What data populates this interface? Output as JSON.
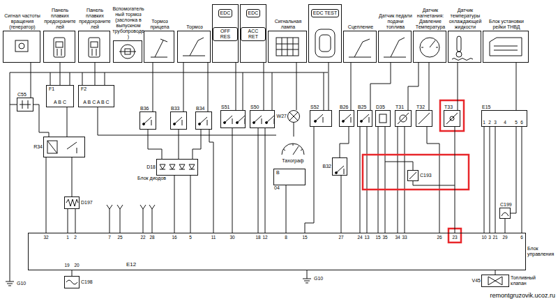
{
  "diagram": {
    "nodes": [
      {
        "text": [
          "Сигнал частоты вращения (генератор)"
        ]
      },
      {
        "text": [
          "Панель плавких предохранителей"
        ]
      },
      {
        "text": [
          "Панель плавких предохранителей"
        ]
      },
      {
        "text": [
          "Вспомогательный тормоз (заслонка в выпускном трубопроводе)"
        ]
      },
      {
        "text": [
          "Тормоз прицепа"
        ]
      },
      {
        "text": [
          "Тормоз"
        ]
      },
      {
        "text": [
          "EDC",
          "OFF RES"
        ]
      },
      {
        "text": [
          "EDC",
          "ACC RET"
        ]
      },
      {
        "text": [
          "Сигнальная лампа"
        ]
      },
      {
        "text": [
          "EDC TEST"
        ]
      },
      {
        "text": [
          "Сцепление"
        ]
      },
      {
        "text": [
          "Датчик педали подачи топлива"
        ]
      },
      {
        "text": [
          "Датчик нагнетания: Давление Температура"
        ]
      },
      {
        "text": [
          "Датчик температуры охлаждающей жидкости"
        ]
      },
      {
        "text": [
          "Блок установки рейки ТНВД"
        ]
      },
      {
        "text": [
          "C55"
        ]
      },
      {
        "text": [
          "F1",
          "A B C"
        ]
      },
      {
        "text": [
          "F2",
          "A B C A B C"
        ]
      },
      {
        "text": [
          "R34"
        ]
      },
      {
        "text": [
          "B36"
        ]
      },
      {
        "text": [
          "B33"
        ]
      },
      {
        "text": [
          "B34"
        ]
      },
      {
        "text": [
          "S51"
        ]
      },
      {
        "text": [
          "S50"
        ]
      },
      {
        "text": [
          "W27"
        ]
      },
      {
        "text": [
          "S52"
        ]
      },
      {
        "text": [
          "B26"
        ]
      },
      {
        "text": [
          "B25"
        ]
      },
      {
        "text": [
          "D35"
        ]
      },
      {
        "text": [
          "T31"
        ]
      },
      {
        "text": [
          "T32"
        ]
      },
      {
        "text": [
          "T33"
        ]
      },
      {
        "text": [
          "E15"
        ]
      },
      {
        "text": [
          "D18",
          "Блок диодов"
        ]
      },
      {
        "text": [
          "Тахограф"
        ]
      },
      {
        "text": [
          "B",
          "04"
        ]
      },
      {
        "text": [
          "B32"
        ]
      },
      {
        "text": [
          "C193"
        ]
      },
      {
        "text": [
          "D197"
        ]
      },
      {
        "text": [
          "C199"
        ]
      },
      {
        "text": [
          "E12",
          "Блок управления"
        ]
      },
      {
        "text": [
          "C198"
        ]
      },
      {
        "text": [
          "V45",
          "Топливный клапан"
        ]
      }
    ],
    "edges": [
      {
        "from": 0,
        "to": 15,
        "arrow": "none"
      },
      {
        "from": 1,
        "to": 16,
        "arrow": "none"
      },
      {
        "from": 2,
        "to": 17,
        "arrow": "none"
      },
      {
        "from": 4,
        "to": 19,
        "arrow": "none"
      },
      {
        "from": 5,
        "to": 20,
        "arrow": "none"
      },
      {
        "from": 5,
        "to": 21,
        "arrow": "none"
      },
      {
        "from": 6,
        "to": 22,
        "arrow": "none"
      },
      {
        "from": 7,
        "to": 23,
        "arrow": "none"
      },
      {
        "from": 8,
        "to": 24,
        "arrow": "none"
      },
      {
        "from": 9,
        "to": 25,
        "arrow": "none"
      },
      {
        "from": 10,
        "to": 26,
        "arrow": "none"
      },
      {
        "from": 11,
        "to": 27,
        "arrow": "none"
      },
      {
        "from": 12,
        "to": 29,
        "arrow": "none"
      },
      {
        "from": 12,
        "to": 30,
        "arrow": "none"
      },
      {
        "from": 13,
        "to": 31,
        "arrow": "none"
      },
      {
        "from": 14,
        "to": 32,
        "arrow": "none"
      },
      {
        "from": 18,
        "to": 38,
        "arrow": "none"
      },
      {
        "from": 18,
        "to": 40,
        "arrow": "none"
      },
      {
        "from": 38,
        "to": 40,
        "arrow": "none"
      },
      {
        "from": 40,
        "to": 41,
        "arrow": "none"
      },
      {
        "from": 33,
        "to": 40,
        "arrow": "none"
      },
      {
        "from": 36,
        "to": 40,
        "arrow": "none"
      },
      {
        "from": 31,
        "to": 40,
        "arrow": "none"
      },
      {
        "from": 39,
        "to": 40,
        "arrow": "none"
      },
      {
        "from": 32,
        "to": 40,
        "arrow": "none"
      },
      {
        "from": 40,
        "to": 42,
        "arrow": "none"
      }
    ],
    "labels": [
      "32",
      "1",
      "2",
      "7",
      "25",
      "22",
      "28",
      "16",
      "5",
      "11",
      "30",
      "18",
      "12",
      "8",
      "15",
      "27",
      "24",
      "13",
      "15",
      "35",
      "34",
      "33",
      "26",
      "23",
      "10",
      "3",
      "21",
      "29",
      "6",
      "19",
      "20",
      "1",
      "2",
      "3",
      "4",
      "5",
      "6",
      "G10",
      "G10",
      "remontgruzovik.ucoz.ru"
    ]
  }
}
